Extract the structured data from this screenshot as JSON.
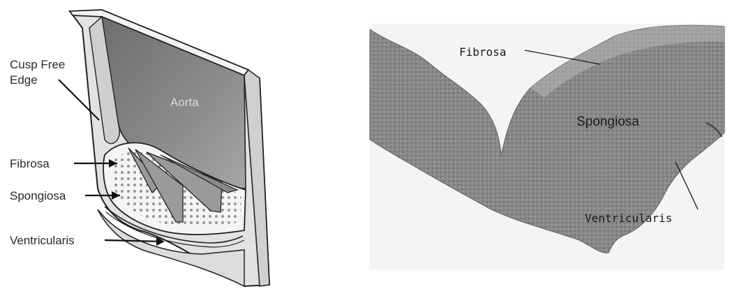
{
  "left_diagram": {
    "labels": {
      "cusp_free_edge_line1": "Cusp Free",
      "cusp_free_edge_line2": "Edge",
      "aorta": "Aorta",
      "fibrosa": "Fibrosa",
      "spongiosa": "Spongiosa",
      "ventricularis": "Ventricularis"
    }
  },
  "right_micrograph": {
    "labels": {
      "fibrosa": "Fibrosa",
      "spongiosa": "Spongiosa",
      "ventricularis": "Ventricularis"
    }
  }
}
